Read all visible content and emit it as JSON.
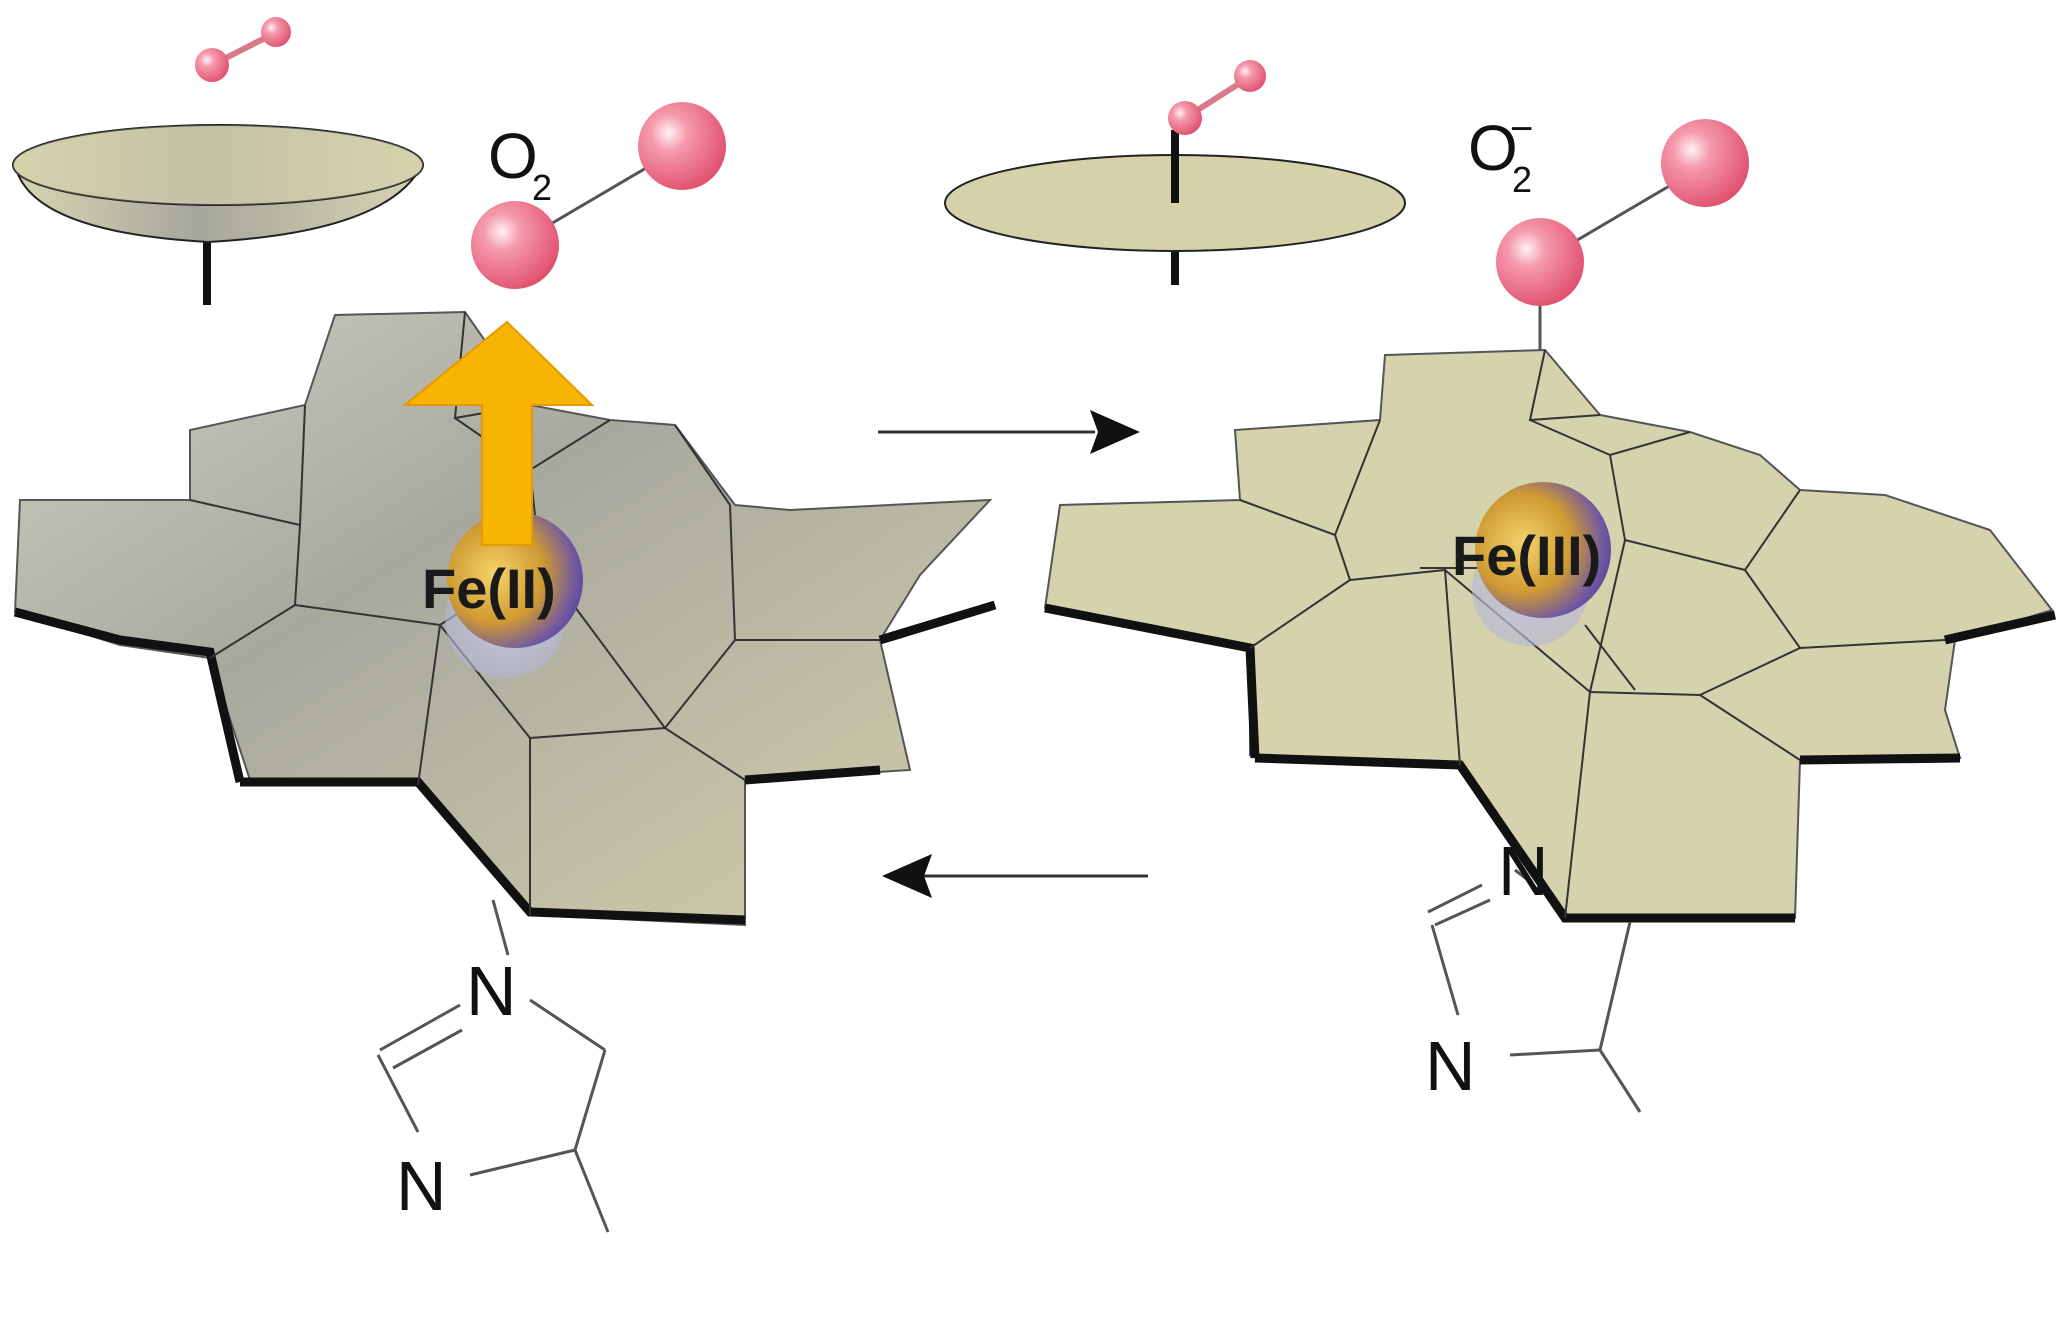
{
  "left_complex": {
    "o2_label_main": "O",
    "o2_label_sub": "2",
    "metal_label": "Fe(II)",
    "ligand_n_top": "N",
    "ligand_n_bottom": "N"
  },
  "right_complex": {
    "o2_label_main": "O",
    "o2_label_sub": "2",
    "o2_label_charge": "−",
    "metal_label": "Fe(III)",
    "ligand_n_top": "N",
    "ligand_n_bottom": "N"
  },
  "colors": {
    "plate": "#d5d2ae",
    "plate_shade": "#a9a99e",
    "oxygen": "#ee6d86",
    "arrow_spin": "#f7b400",
    "metal_gold": "#d9a93a",
    "metal_purple": "#4c3f92"
  }
}
